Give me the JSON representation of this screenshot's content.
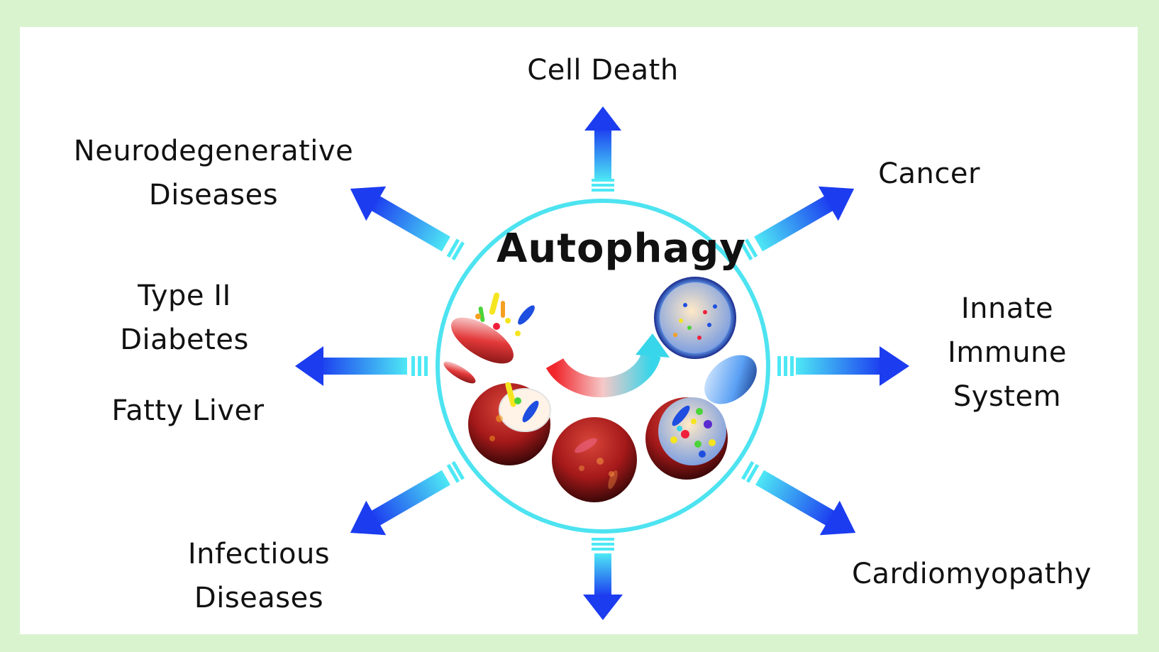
{
  "center": {
    "title": "Autophagy"
  },
  "outcomes": [
    {
      "id": "cell-death",
      "text": "Cell Death"
    },
    {
      "id": "cancer",
      "text": "Cancer"
    },
    {
      "id": "innate-immune-system",
      "text": "Innate\nImmune\nSystem"
    },
    {
      "id": "cardiomyopathy",
      "text": "Cardiomyopathy"
    },
    {
      "id": "infectious-diseases",
      "text": "Infectious\nDiseases"
    },
    {
      "id": "fatty-liver",
      "text": "Fatty Liver"
    },
    {
      "id": "type-ii-diabetes",
      "text": "Type II\nDiabetes"
    },
    {
      "id": "neurodegenerative-diseases",
      "text": "Neurodegenerative\nDiseases"
    }
  ],
  "colors": {
    "page_background": "#d9f3cf",
    "panel_background": "#ffffff",
    "circle_outline": "#4de3f0",
    "arrow_light": "#4ee8f5",
    "arrow_dark": "#1c3cf0",
    "cell_red": "#c0201c"
  },
  "icons": [
    "up-arrow",
    "diagonal-arrow",
    "right-arrow",
    "down-arrow",
    "left-arrow",
    "cell-illustration",
    "recycle-arrow"
  ]
}
